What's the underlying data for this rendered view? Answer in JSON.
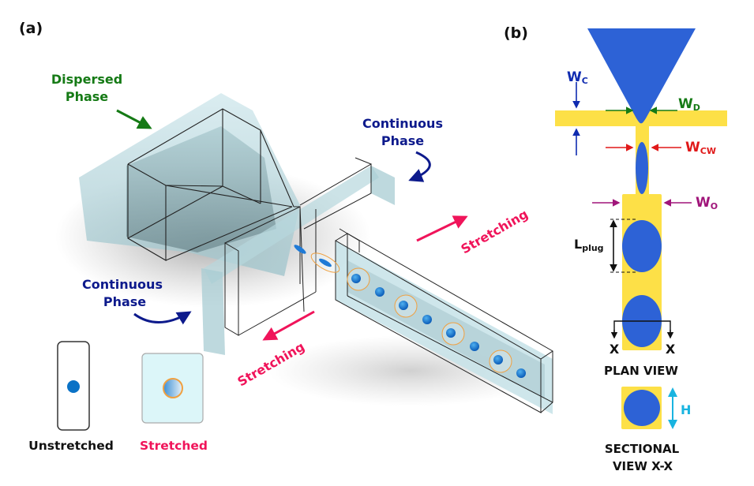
{
  "panels": {
    "a": {
      "label": "(a)",
      "dispersed_phase": [
        "Dispersed",
        "Phase"
      ],
      "continuous_phase_top": [
        "Continuous",
        "Phase"
      ],
      "continuous_phase_left": [
        "Continuous",
        "Phase"
      ],
      "stretching_right": "Stretching",
      "stretching_left": "Stretching",
      "legend": {
        "unstretched": "Unstretched",
        "stretched": "Stretched"
      }
    },
    "b": {
      "label": "(b)",
      "w_c": {
        "main": "W",
        "sub": "C"
      },
      "w_d": {
        "main": "W",
        "sub": "D"
      },
      "w_cw": {
        "main": "W",
        "sub": "CW"
      },
      "w_o": {
        "main": "W",
        "sub": "O"
      },
      "l_plug": {
        "main": "L",
        "sub": "plug"
      },
      "section_marker": "X",
      "plan_view": "PLAN VIEW",
      "height_label": "H",
      "sectional_view": [
        "SECTIONAL",
        "VIEW X-X"
      ]
    }
  },
  "colors": {
    "channel_yellow": "#fde047",
    "droplet_blue": "#2d62d6",
    "glass": "#bfe0e6",
    "stretching_pink": "#f0145a",
    "dispersed_green": "#157a15",
    "continuous_navy": "#0d1a8c"
  }
}
